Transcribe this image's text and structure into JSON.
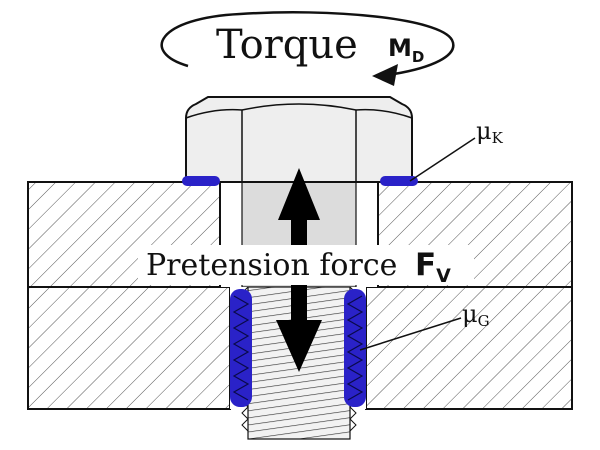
{
  "torque": {
    "label": "Torque",
    "symbol": "M",
    "subscript": "D"
  },
  "pretension": {
    "label": "Pretension force",
    "symbol": "F",
    "subscript": "V"
  },
  "friction_head": {
    "symbol": "μ",
    "subscript": "K"
  },
  "friction_thread": {
    "symbol": "μ",
    "subscript": "G"
  },
  "colors": {
    "friction_highlight": "#2a22c8",
    "bolt_fill": "#eeeeee",
    "bolt_shadow": "#d7d7d7",
    "outline": "#111111",
    "arrow": "#000000"
  }
}
